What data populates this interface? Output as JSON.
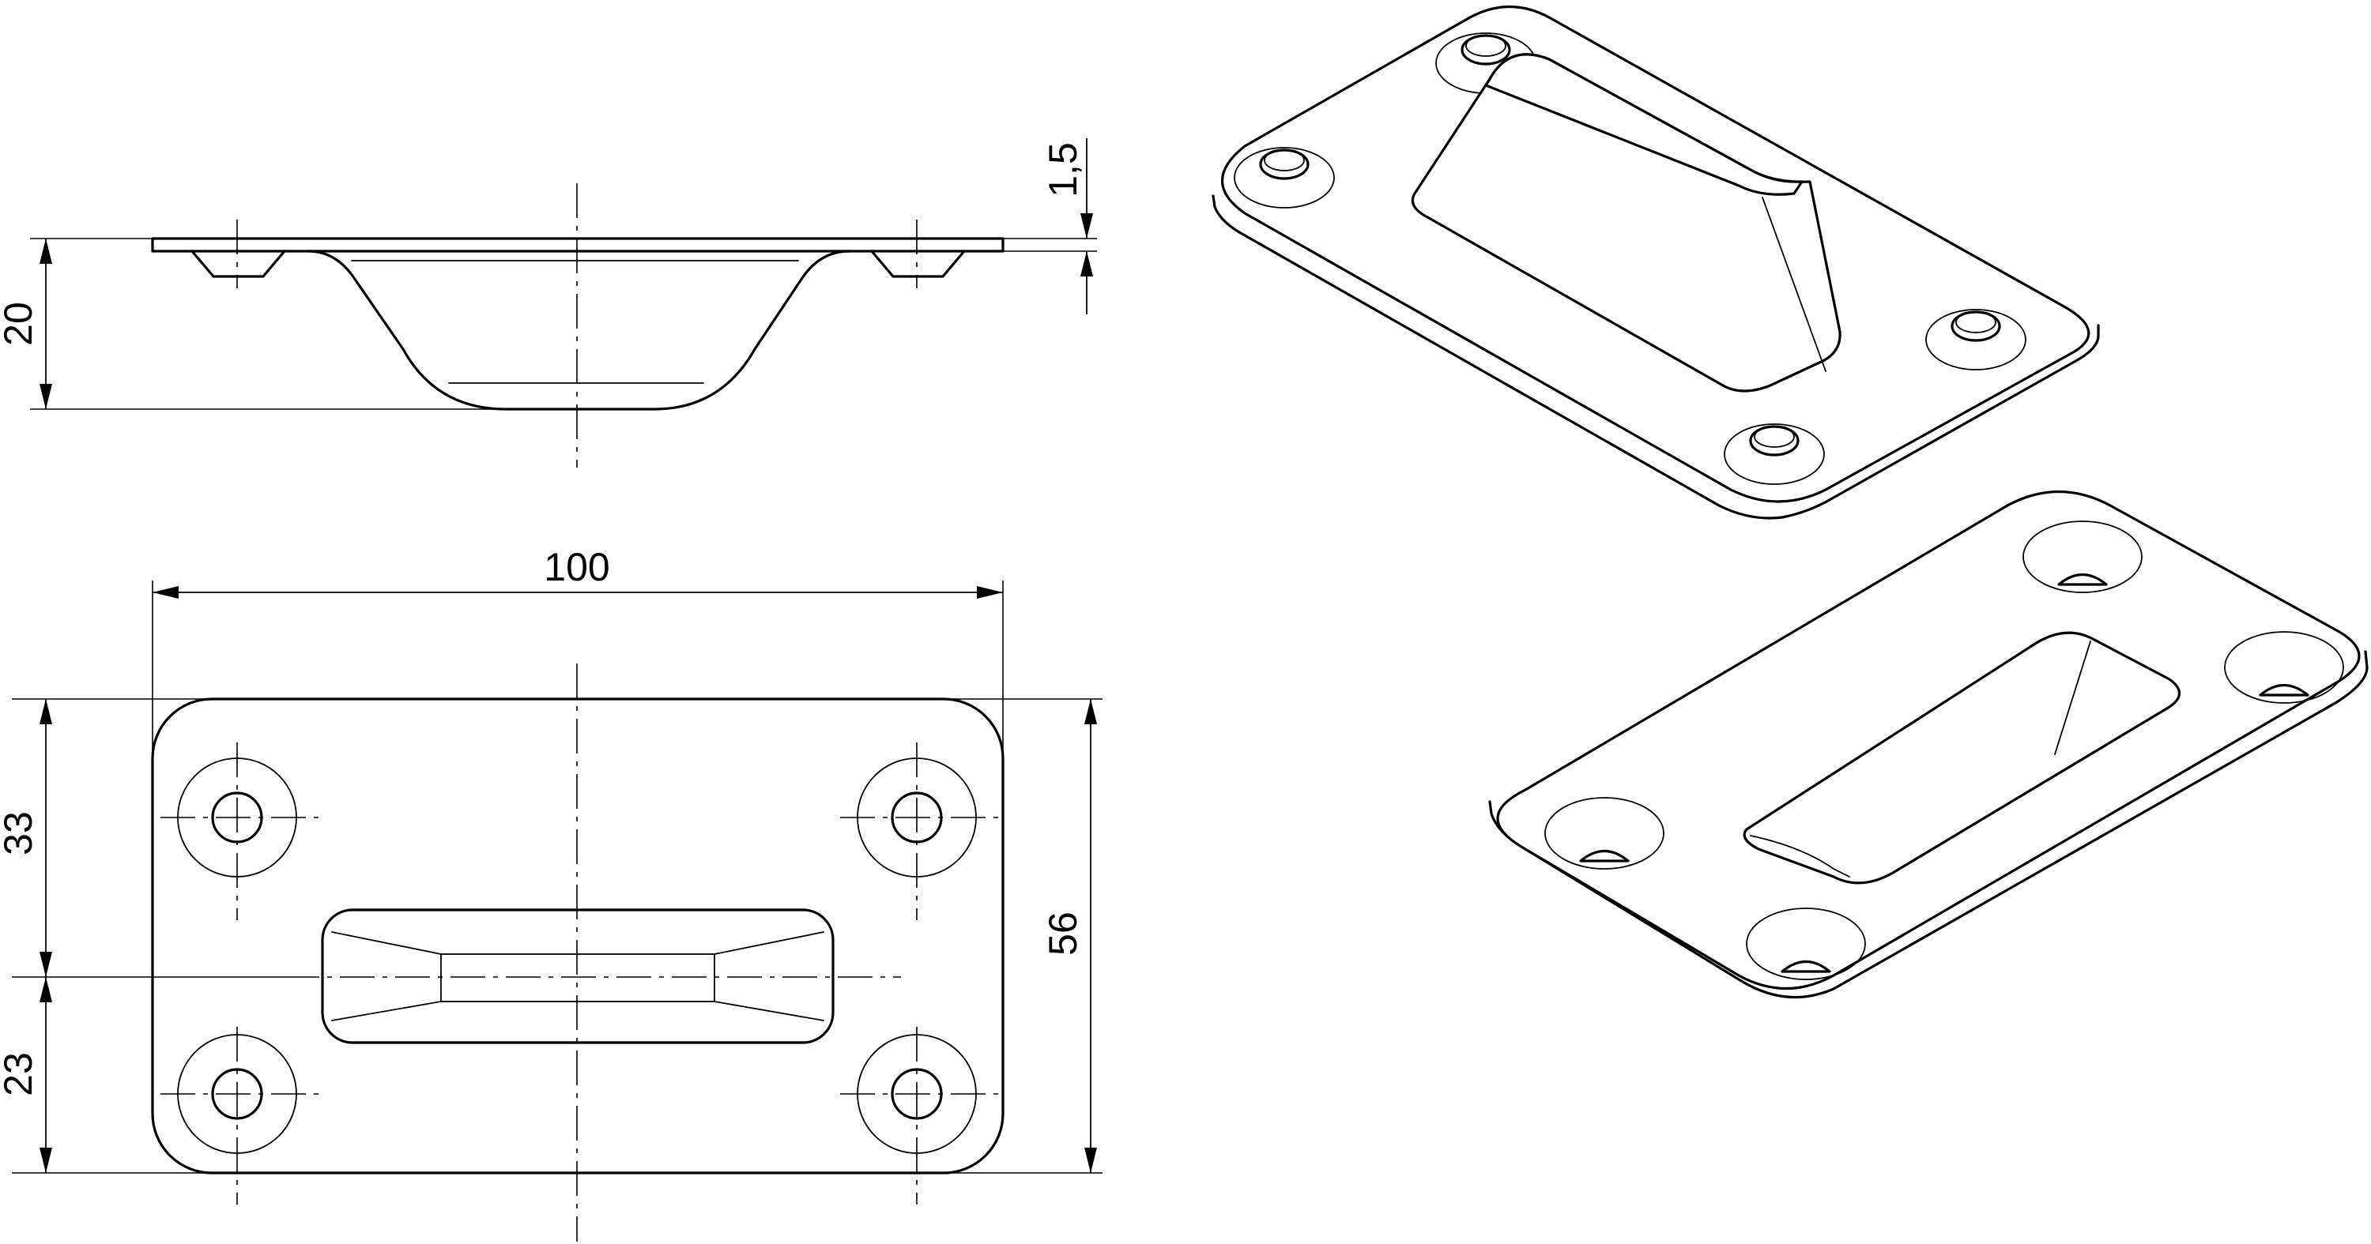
{
  "dimensions": {
    "thickness": "1,5",
    "height": "20",
    "length": "100",
    "width": "56",
    "upper_offset": "33",
    "lower_offset": "23"
  }
}
